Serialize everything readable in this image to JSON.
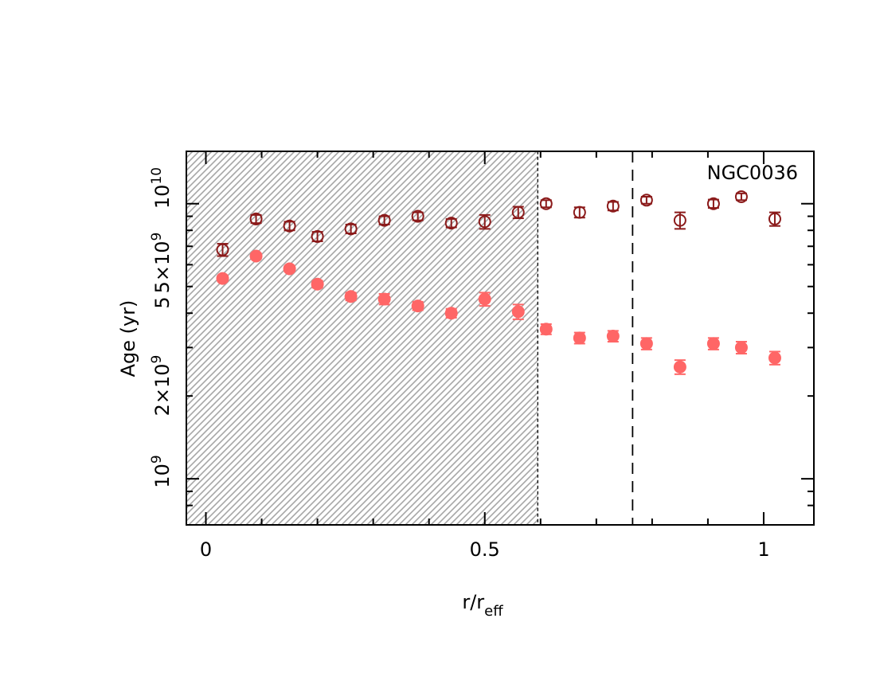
{
  "chart_data": {
    "type": "scatter",
    "title": "",
    "annotation": "NGC0036",
    "xlabel": "r/r",
    "xlabel_sub": "eff",
    "ylabel": "Age (yr)",
    "xlim": [
      -0.035,
      1.09
    ],
    "ylim": [
      680000000.0,
      15500000000.0
    ],
    "yscale": "log",
    "x_ticks": [
      {
        "value": 0,
        "label": "0"
      },
      {
        "value": 0.5,
        "label": "0.5"
      },
      {
        "value": 1,
        "label": "1"
      }
    ],
    "y_ticks": [
      {
        "value": 1000000000.0,
        "base": "10",
        "exp": "9"
      },
      {
        "value": 2000000000.0,
        "base": "2×10",
        "exp": "9"
      },
      {
        "value": 5000000000.0,
        "base": "5",
        "exp": ""
      },
      {
        "value": 5000000000.0,
        "base": "5×10",
        "exp": "9"
      },
      {
        "value": 10000000000.0,
        "base": "10",
        "exp": "10"
      }
    ],
    "hatched_region": {
      "x_from": -0.035,
      "x_to": 0.595,
      "color": "#a6a6a6"
    },
    "vline": {
      "x": 0.765,
      "style": "dashed",
      "color": "#000000"
    },
    "grid": false,
    "series": [
      {
        "marker": "open-circle",
        "color": "#8b1a1a",
        "x": [
          0.03,
          0.09,
          0.15,
          0.2,
          0.26,
          0.32,
          0.38,
          0.44,
          0.5,
          0.56,
          0.61,
          0.67,
          0.73,
          0.79,
          0.85,
          0.91,
          0.96,
          1.02
        ],
        "y": [
          6800000000.0,
          8800000000.0,
          8300000000.0,
          7600000000.0,
          8100000000.0,
          8700000000.0,
          9000000000.0,
          8500000000.0,
          8600000000.0,
          9300000000.0,
          10000000000.0,
          9300000000.0,
          9800000000.0,
          10300000000.0,
          8700000000.0,
          10000000000.0,
          10600000000.0,
          8800000000.0
        ],
        "err": [
          350000000.0,
          300000000.0,
          300000000.0,
          300000000.0,
          300000000.0,
          300000000.0,
          300000000.0,
          300000000.0,
          500000000.0,
          450000000.0,
          300000000.0,
          400000000.0,
          350000000.0,
          300000000.0,
          600000000.0,
          350000000.0,
          300000000.0,
          500000000.0
        ]
      },
      {
        "marker": "filled-circle",
        "color": "#ff6666",
        "x": [
          0.03,
          0.09,
          0.15,
          0.2,
          0.26,
          0.32,
          0.38,
          0.44,
          0.5,
          0.56,
          0.61,
          0.67,
          0.73,
          0.79,
          0.85,
          0.91,
          0.96,
          1.02
        ],
        "y": [
          5350000000.0,
          6450000000.0,
          5800000000.0,
          5100000000.0,
          4600000000.0,
          4500000000.0,
          4250000000.0,
          4000000000.0,
          4500000000.0,
          4050000000.0,
          3500000000.0,
          3250000000.0,
          3300000000.0,
          3100000000.0,
          2550000000.0,
          3100000000.0,
          3000000000.0,
          2750000000.0
        ],
        "err": [
          130000000.0,
          150000000.0,
          130000000.0,
          150000000.0,
          150000000.0,
          200000000.0,
          150000000.0,
          150000000.0,
          250000000.0,
          250000000.0,
          150000000.0,
          150000000.0,
          150000000.0,
          150000000.0,
          150000000.0,
          150000000.0,
          150000000.0,
          150000000.0
        ]
      }
    ]
  }
}
